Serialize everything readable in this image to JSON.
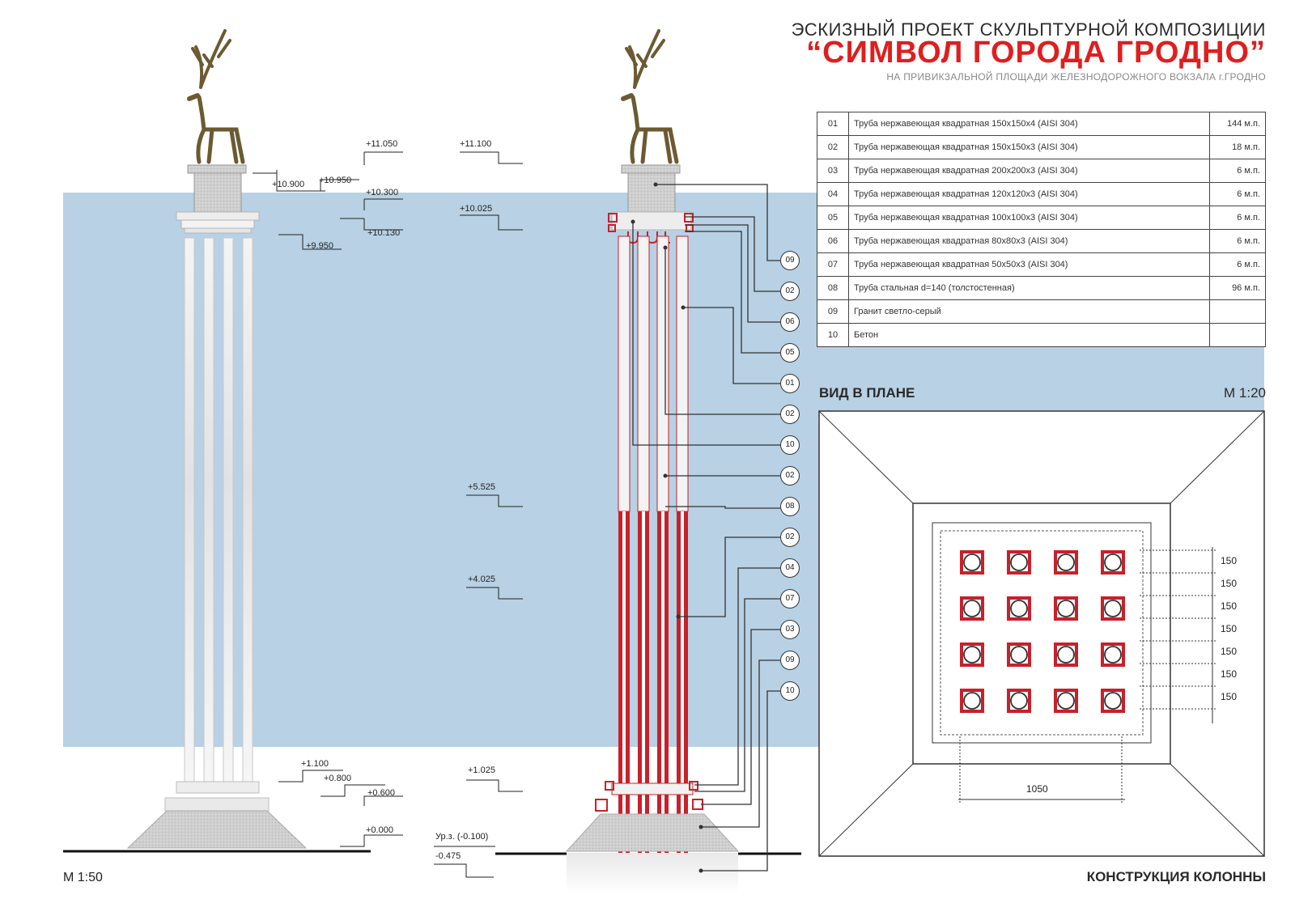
{
  "header": {
    "line1": "ЭСКИЗНЫЙ ПРОЕКТ СКУЛЬПТУРНОЙ КОМПОЗИЦИИ",
    "line2": "“СИМВОЛ ГОРОДА ГРОДНО”",
    "line3": "НА ПРИВИКЗАЛЬНОЙ ПЛОЩАДИ ЖЕЛЕЗНОДОРОЖНОГО ВОКЗАЛА г.ГРОДНО"
  },
  "spec_table": [
    {
      "no": "01",
      "name": "Труба нержавеющая квадратная 150х150х4 (AISI 304)",
      "qty": "144 м.п."
    },
    {
      "no": "02",
      "name": "Труба нержавеющая квадратная 150х150х3 (AISI 304)",
      "qty": "18 м.п."
    },
    {
      "no": "03",
      "name": "Труба нержавеющая квадратная 200х200х3 (AISI 304)",
      "qty": "6 м.п."
    },
    {
      "no": "04",
      "name": "Труба нержавеющая квадратная 120х120х3 (AISI 304)",
      "qty": "6 м.п."
    },
    {
      "no": "05",
      "name": "Труба нержавеющая квадратная 100х100х3 (AISI 304)",
      "qty": "6 м.п."
    },
    {
      "no": "06",
      "name": "Труба нержавеющая квадратная 80х80х3 (AISI 304)",
      "qty": "6 м.п."
    },
    {
      "no": "07",
      "name": "Труба нержавеющая квадратная 50х50х3 (AISI 304)",
      "qty": "6 м.п."
    },
    {
      "no": "08",
      "name": "Труба стальная d=140 (толстостенная)",
      "qty": "96 м.п."
    },
    {
      "no": "09",
      "name": "Гранит светло-серый",
      "qty": ""
    },
    {
      "no": "10",
      "name": "Бетон",
      "qty": ""
    }
  ],
  "plan": {
    "title": "ВИД В ПЛАНЕ",
    "scale": "М  1:20",
    "dims": [
      "150",
      "150",
      "150",
      "150",
      "150",
      "150",
      "150"
    ],
    "width_dim": "1050"
  },
  "elevation": {
    "scale": "М   1:50",
    "left_marks": [
      "+11.050",
      "+10.900",
      "+10.950",
      "+10.300",
      "+10.130",
      "+9.950",
      "+1.100",
      "+0.800",
      "+0.600",
      "+0.000"
    ],
    "mid_marks": [
      "+11.100",
      "+10.025",
      "+5.525",
      "+4.025",
      "+1.025",
      "Ур.з. (-0.100)",
      "-0.475"
    ]
  },
  "callouts": [
    "09",
    "02",
    "06",
    "05",
    "01",
    "02",
    "10",
    "02",
    "08",
    "02",
    "04",
    "07",
    "03",
    "09",
    "10"
  ],
  "footer": {
    "construction": "КОНСТРУКЦИЯ КОЛОННЫ"
  },
  "colors": {
    "sky": "#b8d1e4",
    "accent": "#e01e1e",
    "pipe": "#c9202a"
  }
}
